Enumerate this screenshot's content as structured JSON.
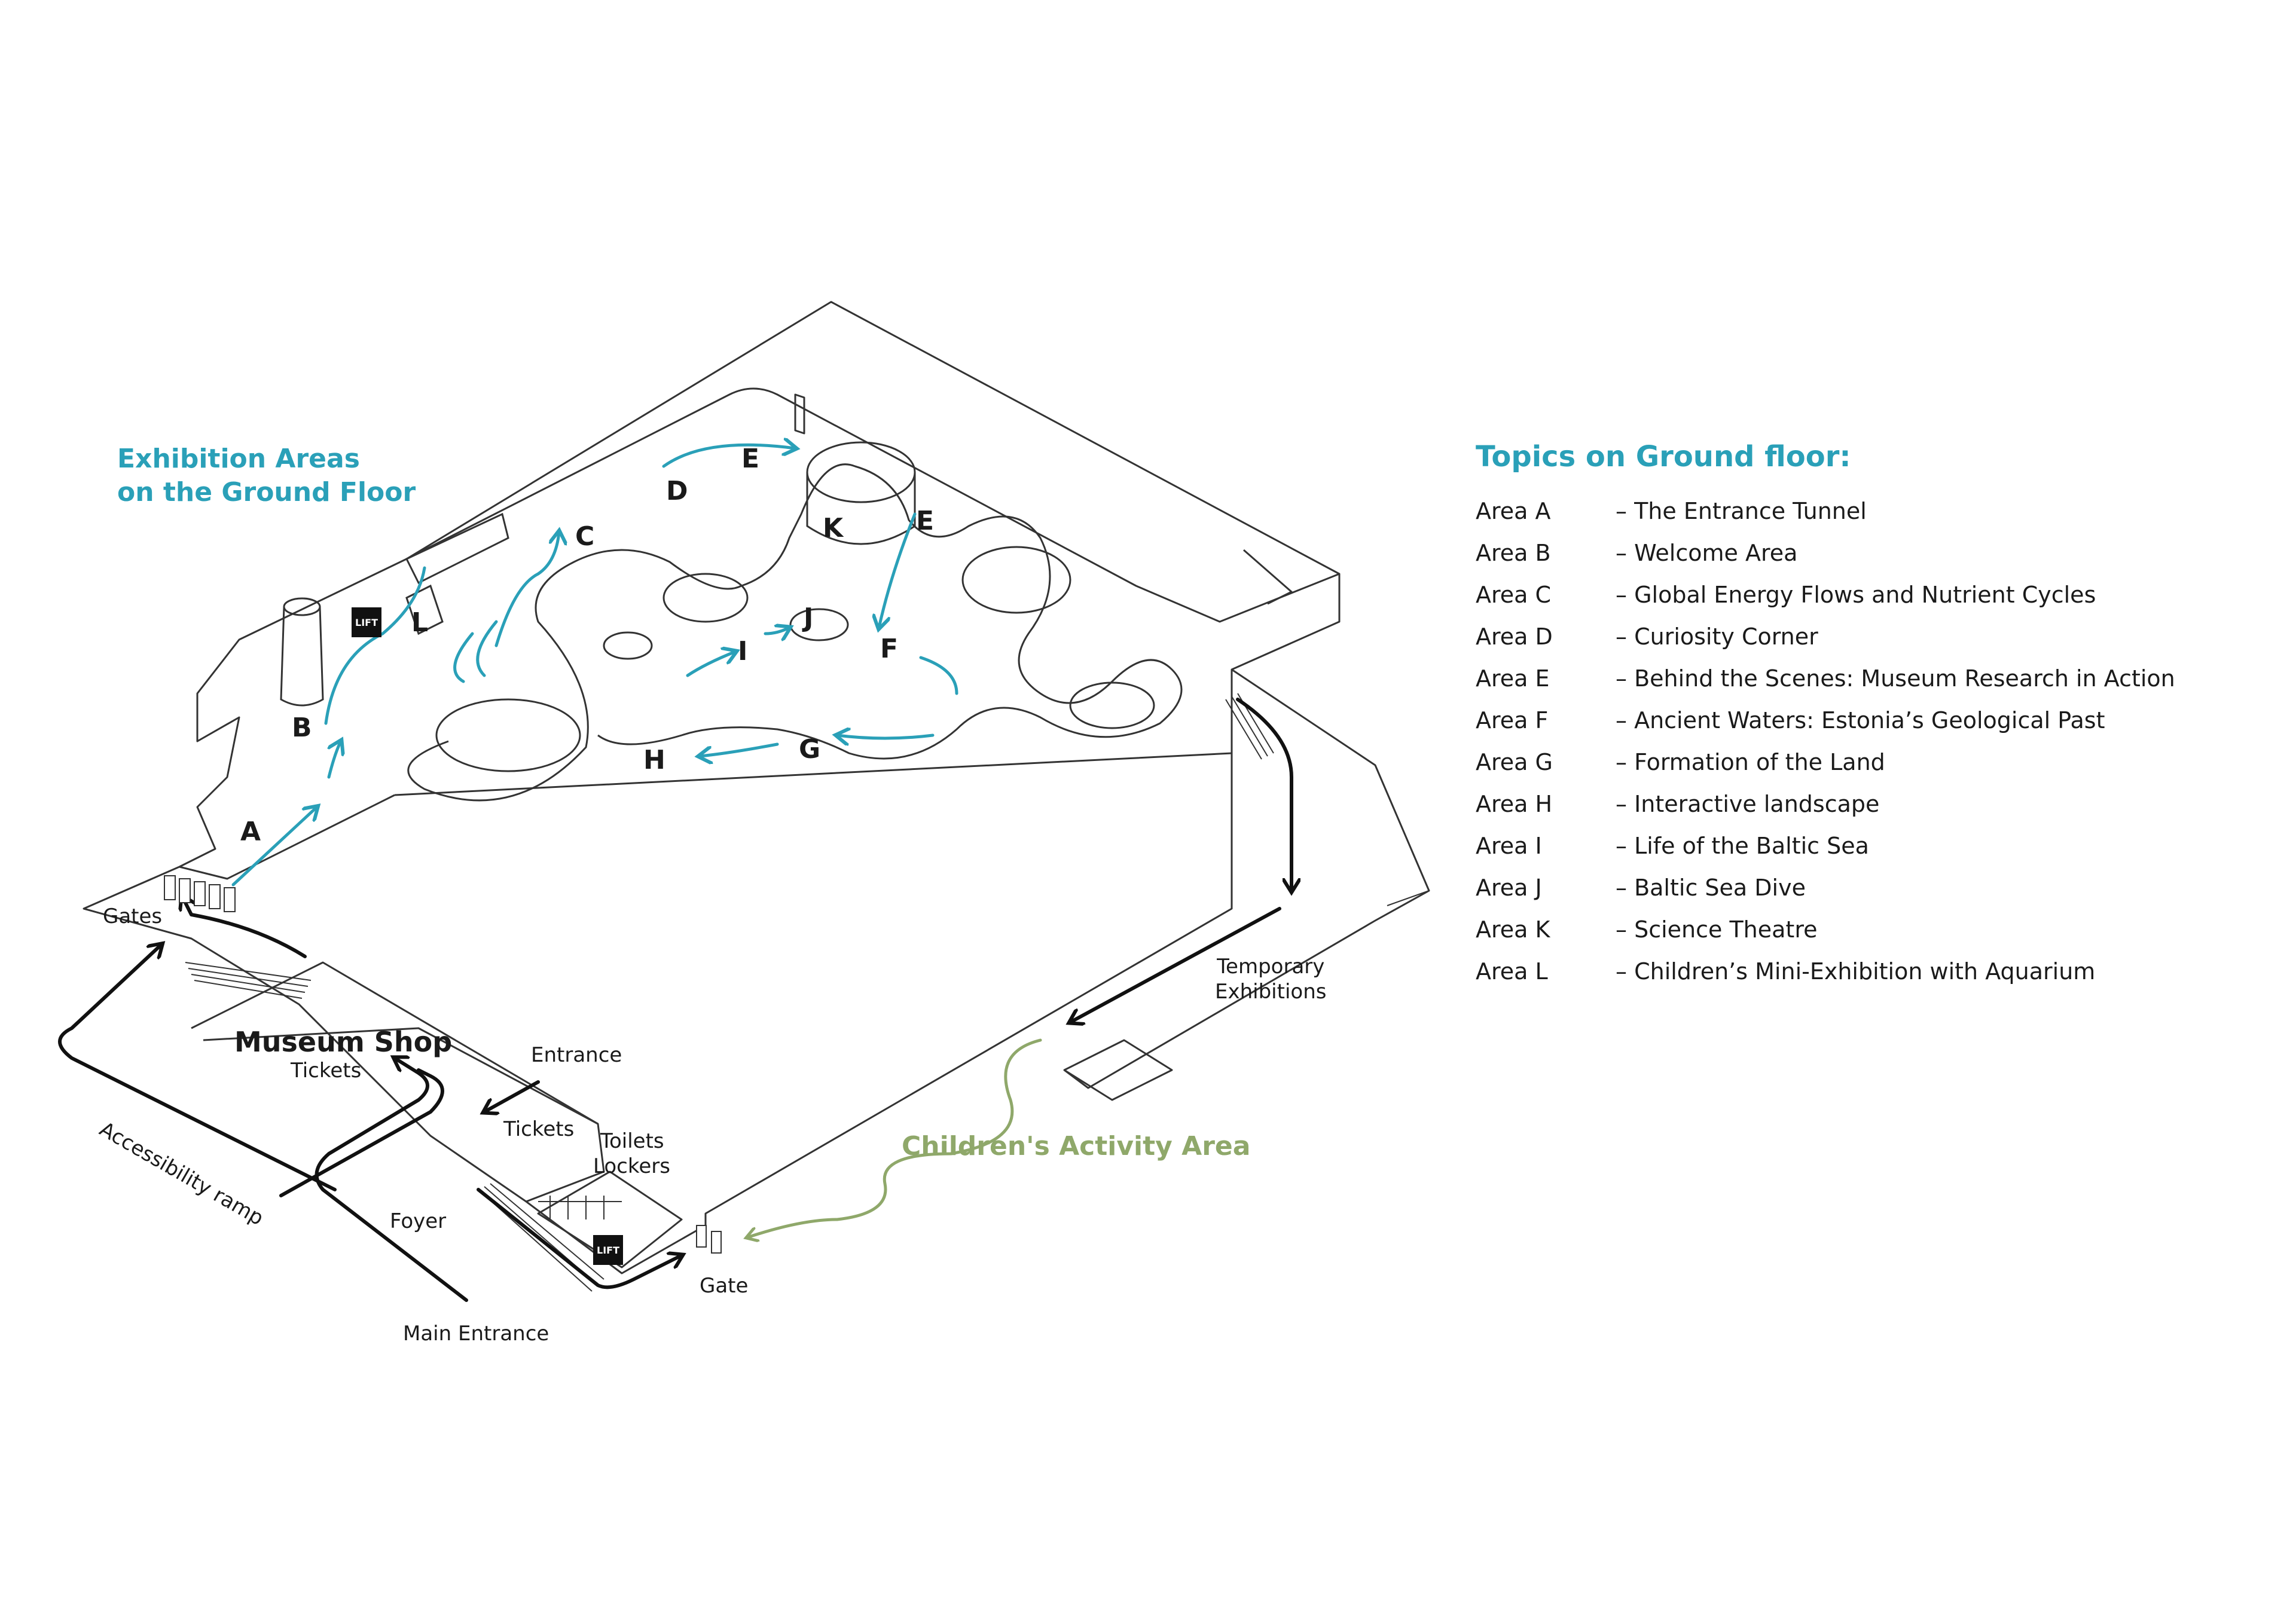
{
  "map": {
    "exhibition_title_line1": "Exhibition Areas",
    "exhibition_title_line2": "on the Ground Floor",
    "area_letters": {
      "A": "A",
      "B": "B",
      "C": "C",
      "D": "D",
      "E1": "E",
      "E2": "E",
      "F": "F",
      "G": "G",
      "H": "H",
      "I": "I",
      "J": "J",
      "K": "K",
      "L": "L"
    },
    "labels": {
      "gates": "Gates",
      "museum_shop": "Museum Shop",
      "tickets_shop": "Tickets",
      "entrance": "Entrance",
      "tickets": "Tickets",
      "toilets": "Toilets",
      "lockers": "Lockers",
      "foyer": "Foyer",
      "main_entrance": "Main Entrance",
      "gate": "Gate",
      "accessibility_ramp": "Accessibility ramp",
      "temporary_line1": "Temporary",
      "temporary_line2": "Exhibitions",
      "children_activity": "Children's Activity Area",
      "lift": "LIFT"
    },
    "colors": {
      "route": "#2aa0b8",
      "path": "#111111",
      "children": "#8fa86a",
      "outline": "#333333"
    }
  },
  "legend": {
    "title": "Topics on Ground floor:",
    "items": [
      {
        "area": "Area A",
        "topic": "– The Entrance Tunnel"
      },
      {
        "area": "Area B",
        "topic": "– Welcome Area"
      },
      {
        "area": "Area C",
        "topic": "– Global Energy Flows and Nutrient Cycles"
      },
      {
        "area": "Area D",
        "topic": "– Curiosity Corner"
      },
      {
        "area": "Area E",
        "topic": "– Behind the Scenes: Museum Research in Action"
      },
      {
        "area": "Area F",
        "topic": "– Ancient Waters: Estonia’s Geological Past"
      },
      {
        "area": "Area G",
        "topic": "– Formation of the Land"
      },
      {
        "area": "Area H",
        "topic": "– Interactive landscape"
      },
      {
        "area": "Area I",
        "topic": "– Life of the Baltic Sea"
      },
      {
        "area": "Area J",
        "topic": "– Baltic Sea Dive"
      },
      {
        "area": "Area K",
        "topic": "– Science Theatre"
      },
      {
        "area": "Area L",
        "topic": "– Children’s Mini-Exhibition with Aquarium"
      }
    ]
  }
}
